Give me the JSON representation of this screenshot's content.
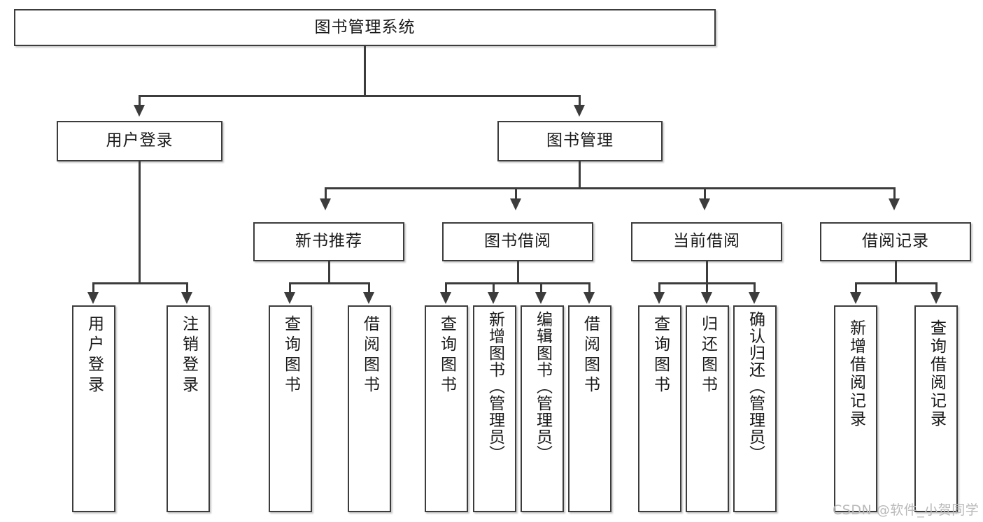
{
  "diagram": {
    "title": "图书管理系统",
    "type": "tree",
    "watermark": "CSDN @软件_小贺同学",
    "colors": {
      "box_border": "#3c3c3c",
      "box_fill": "#ffffff",
      "text": "#1a1a1a",
      "connector": "#3c3c3c",
      "watermark": "#b9b9b9",
      "background": "#ffffff"
    },
    "levels": [
      {
        "level": 1,
        "nodes": [
          {
            "id": "root",
            "label": "图书管理系统",
            "orientation": "horizontal"
          }
        ]
      },
      {
        "level": 2,
        "nodes": [
          {
            "id": "user-login",
            "label": "用户登录",
            "orientation": "horizontal",
            "parent": "root"
          },
          {
            "id": "book-manage",
            "label": "图书管理",
            "orientation": "horizontal",
            "parent": "root"
          }
        ]
      },
      {
        "level": 3,
        "nodes": [
          {
            "id": "new-book-recommend",
            "label": "新书推荐",
            "orientation": "horizontal",
            "parent": "book-manage"
          },
          {
            "id": "book-borrow",
            "label": "图书借阅",
            "orientation": "horizontal",
            "parent": "book-manage"
          },
          {
            "id": "current-borrow",
            "label": "当前借阅",
            "orientation": "horizontal",
            "parent": "book-manage"
          },
          {
            "id": "borrow-record",
            "label": "借阅记录",
            "orientation": "horizontal",
            "parent": "book-manage"
          }
        ]
      },
      {
        "level": 4,
        "nodes": [
          {
            "id": "leaf-user-login",
            "label": "用户登录",
            "orientation": "vertical",
            "parent": "user-login"
          },
          {
            "id": "leaf-user-logout",
            "label": "注销登录",
            "orientation": "vertical",
            "parent": "user-login"
          },
          {
            "id": "leaf-query-book-1",
            "label": "查询图书",
            "orientation": "vertical",
            "parent": "new-book-recommend"
          },
          {
            "id": "leaf-borrow-book-1",
            "label": "借阅图书",
            "orientation": "vertical",
            "parent": "new-book-recommend"
          },
          {
            "id": "leaf-query-book-2",
            "label": "查询图书",
            "orientation": "vertical",
            "parent": "book-borrow"
          },
          {
            "id": "leaf-add-book",
            "label": "新增图书（管理员）",
            "orientation": "vertical",
            "parent": "book-borrow"
          },
          {
            "id": "leaf-edit-book",
            "label": "编辑图书（管理员）",
            "orientation": "vertical",
            "parent": "book-borrow"
          },
          {
            "id": "leaf-borrow-book-2",
            "label": "借阅图书",
            "orientation": "vertical",
            "parent": "book-borrow"
          },
          {
            "id": "leaf-query-book-3",
            "label": "查询图书",
            "orientation": "vertical",
            "parent": "current-borrow"
          },
          {
            "id": "leaf-return-book",
            "label": "归还图书",
            "orientation": "vertical",
            "parent": "current-borrow"
          },
          {
            "id": "leaf-confirm-return",
            "label": "确认归还（管理员）",
            "orientation": "vertical",
            "parent": "current-borrow"
          },
          {
            "id": "leaf-add-record",
            "label": "新增借阅记录",
            "orientation": "vertical",
            "parent": "borrow-record"
          },
          {
            "id": "leaf-query-record",
            "label": "查询借阅记录",
            "orientation": "vertical",
            "parent": "borrow-record"
          }
        ]
      }
    ]
  }
}
